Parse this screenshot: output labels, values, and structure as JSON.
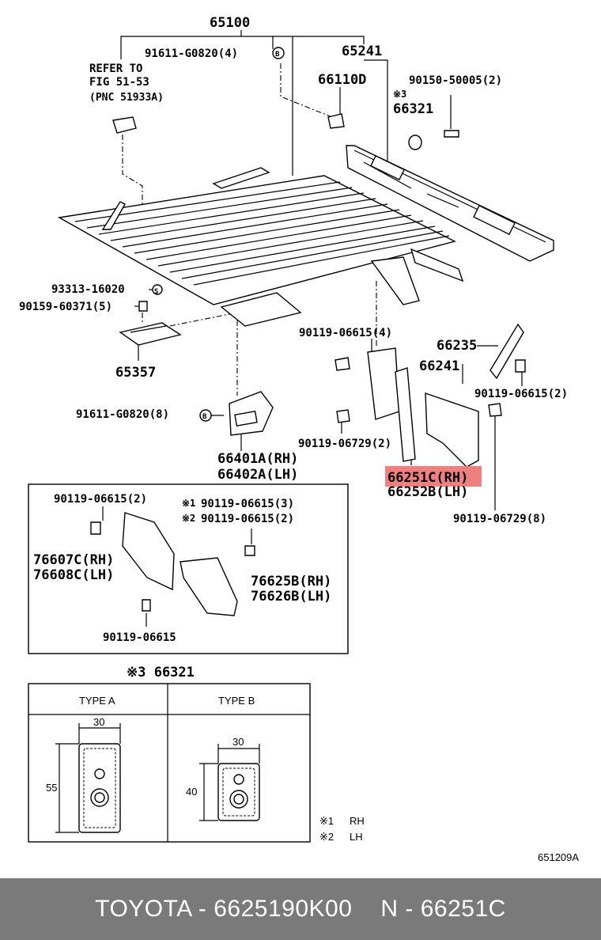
{
  "labels": {
    "p65100": "65100",
    "p91611_g0820_4": "91611-G0820(4)",
    "refer_to": "REFER TO",
    "fig": "FIG 51-53",
    "pnc": "(PNC 51933A)",
    "p65241": "65241",
    "p66110d": "66110D",
    "p90150": "90150-50005(2)",
    "mark3": "※3",
    "p66321": "66321",
    "p93313": "93313-16020",
    "p90159": "90159-60371(5)",
    "p65357": "65357",
    "p90119_06615_4": "90119-06615(4)",
    "p66235": "66235",
    "p66241": "66241",
    "p90119_06615_2r": "90119-06615(2)",
    "p91611_g0820_8": "91611-G0820(8)",
    "p90119_06729_2": "90119-06729(2)",
    "p66401a": "66401A(RH)",
    "p66402a": "66402A(LH)",
    "p66251c": "66251C(RH)",
    "p66252b": "66252B(LH)",
    "p90119_06729_8": "90119-06729(8)",
    "inset_90119_06615_2": "90119-06615(2)",
    "inset_mark1": "※1",
    "inset_90119_06615_3": "90119-06615(3)",
    "inset_mark2": "※2",
    "inset_90119_06615_2b": "90119-06615(2)",
    "p76607c": "76607C(RH)",
    "p76608c": "76608C(LH)",
    "p76625b": "76625B(RH)",
    "p76626b": "76626B(LH)",
    "inset_90119_06615": "90119-06615",
    "table_title": "※3 66321",
    "type_a": "TYPE A",
    "type_b": "TYPE B",
    "dim_a_w": "30",
    "dim_a_h": "55",
    "dim_b_w": "30",
    "dim_b_h": "40",
    "legend1_mark": "※1",
    "legend1_text": "RH",
    "legend2_mark": "※2",
    "legend2_text": "LH",
    "fig_code": "651209A"
  },
  "highlight_color": "#f08080",
  "footer": {
    "brand": "TOYOTA - 6625190K00",
    "part": "N - 66251C"
  }
}
